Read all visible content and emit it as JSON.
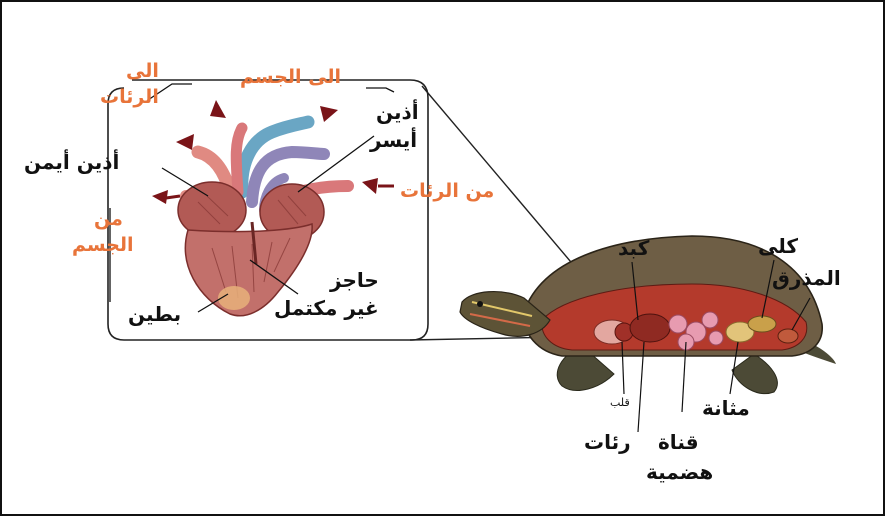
{
  "colors": {
    "orange": "#e8743a",
    "arrow": "#7a1418",
    "heart": "#b8605c",
    "aorta_blue": "#6aa6c4",
    "vein_purple": "#8f86b8",
    "outline": "#222222"
  },
  "heart_labels": {
    "to_lungs_1": "الى",
    "to_lungs_2": "الرئات",
    "to_body": "الى الجسم",
    "from_body_1": "من",
    "from_body_2": "الجسم",
    "from_lungs": "من الرئات",
    "left_atrium_1": "أذين",
    "left_atrium_2": "أيسر",
    "right_atrium": "أذين أيمن",
    "septum_1": "حاجز",
    "septum_2": "غير مكتمل",
    "ventricle": "بطين"
  },
  "turtle_labels": {
    "liver": "كبد",
    "kidneys": "كلى",
    "cloaca": "المذرق",
    "heart": "قلب",
    "lungs": "رئات",
    "digestive_1": "قناة",
    "digestive_2": "هضمية",
    "bladder": "مثانة"
  }
}
